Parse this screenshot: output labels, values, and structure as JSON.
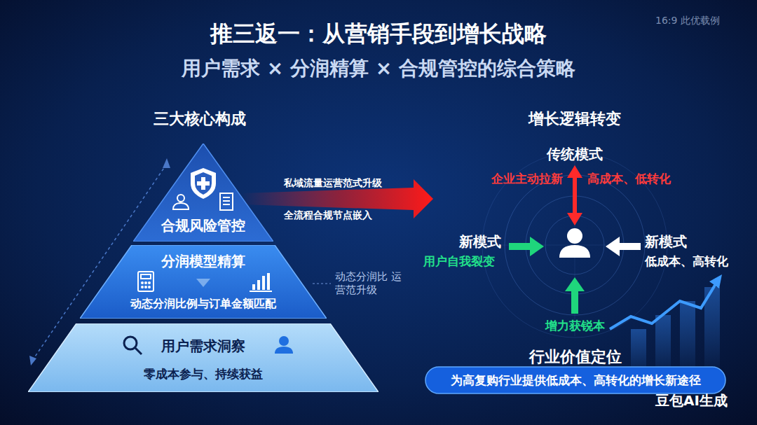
{
  "diagram": {
    "title": "推三返一：从营销手段到增长战略",
    "nodes": [
      {
        "text": [
          "合规风险管控"
        ]
      },
      {
        "text": [
          "分润模型精算",
          "动态分润比例与订单金额匹配"
        ]
      },
      {
        "text": [
          "用户需求洞察",
          "零成本参与、持续获益"
        ]
      },
      {
        "text": [
          "行业价值定位",
          "为高复购行业提供低成本、高转化的增长新途径"
        ]
      }
    ],
    "labels": [
      "用户需求 × 分润精算 × 合规管控的综合策略",
      "16:9 此优载例",
      "三大核心构成",
      "私域流量运营范式升级",
      "全流程合规节点嵌入",
      "动态分润比 运营范升级",
      "增长逻辑转变",
      "传统模式",
      "企业主动拉新",
      "高成本、低转化",
      "新模式",
      "用户自我裂变",
      "新模式",
      "低成本、高转化",
      "增力获锐本",
      "豆包AI生成"
    ]
  }
}
